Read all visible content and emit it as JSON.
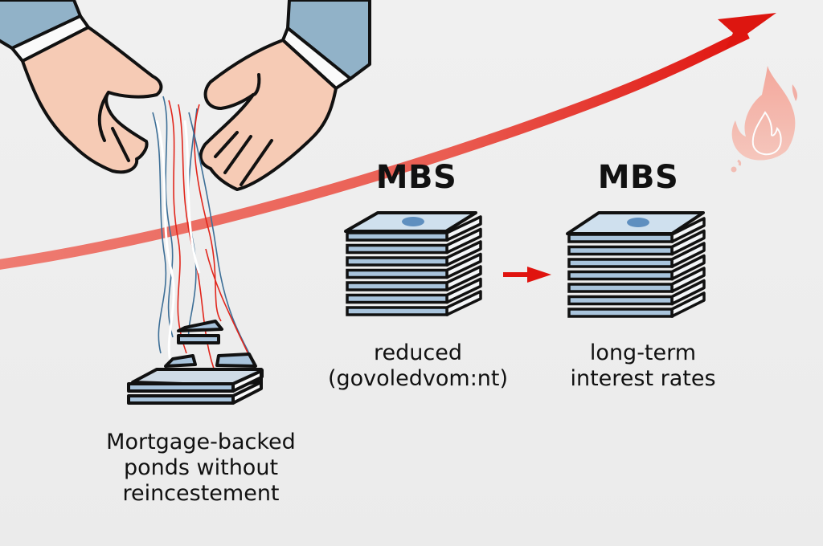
{
  "diagram": {
    "left_caption": [
      "Mortgage-backed",
      "ponds without",
      "reincestement"
    ],
    "center": {
      "title": "MBS",
      "caption": [
        "reduced",
        "(govoledvom:nt)"
      ]
    },
    "right": {
      "title": "MBS",
      "caption": [
        "long-term",
        "interest rates"
      ]
    },
    "icons": {
      "trend": "rising-red-arrow-icon",
      "fire": "fire-icon",
      "hands": "hands-icon",
      "flow_arrow": "right-arrow-icon",
      "stack": "bond-stack-icon"
    },
    "colors": {
      "trend_arrow": "#e0140f",
      "trend_band": "#ee6a5f",
      "fire": "#f2a89e",
      "sleeve": "#8fb0c6",
      "skin": "#f6cbb5",
      "sheet": "#a9c4dc",
      "outline": "#111111"
    }
  }
}
